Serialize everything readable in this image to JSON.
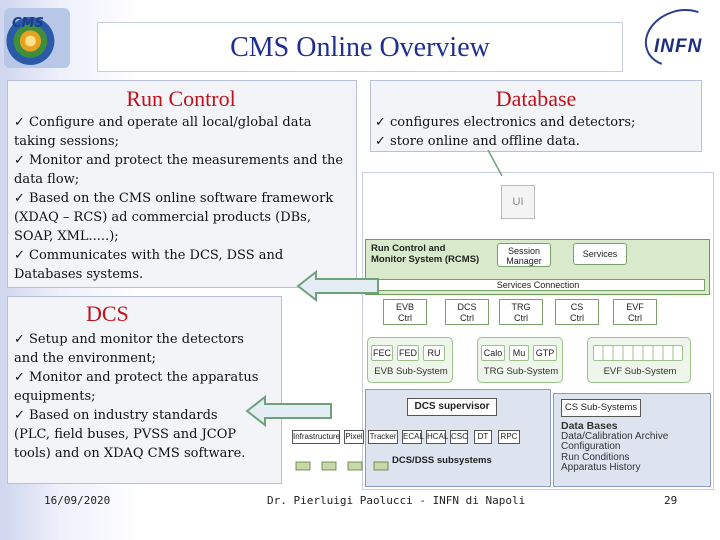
{
  "header": {
    "title": "CMS Online Overview",
    "left_logo_text": "CMS",
    "right_logo_text": "INFN"
  },
  "run_control": {
    "title": "Run Control",
    "lines": [
      "✓ Configure and operate all local/global data",
      "taking sessions;",
      "✓ Monitor and protect the measurements and the",
      "data flow;",
      "✓ Based on the CMS online software framework",
      "(XDAQ – RCS) ad commercial products (DBs,",
      "SOAP, XML.....);",
      "✓ Communicates with the DCS, DSS and",
      "Databases systems."
    ]
  },
  "database": {
    "title": "Database",
    "lines": [
      "✓ configures electronics and detectors;",
      "✓ store online and offline data."
    ]
  },
  "dcs": {
    "title": "DCS",
    "lines": [
      "✓ Setup and monitor the detectors",
      "and the environment;",
      "✓ Monitor and protect the apparatus",
      "equipments;",
      "✓ Based on industry standards",
      "(PLC, field buses, PVSS and JCOP",
      "tools) and on XDAQ CMS software."
    ]
  },
  "diagram": {
    "ui": "UI",
    "rcms_label_1": "Run Control and",
    "rcms_label_2": "Monitor System (RCMS)",
    "session_manager_1": "Session",
    "session_manager_2": "Manager",
    "services": "Services",
    "services_connection": "Services Connection",
    "controllers": [
      {
        "name": "EVB",
        "sub": "Ctrl"
      },
      {
        "name": "DCS",
        "sub": "Ctrl"
      },
      {
        "name": "TRG",
        "sub": "Ctrl"
      },
      {
        "name": "CS",
        "sub": "Ctrl"
      },
      {
        "name": "EVF",
        "sub": "Ctrl"
      }
    ],
    "evb_tags": [
      "FEC",
      "FED",
      "RU"
    ],
    "evb_label": "EVB Sub-System",
    "trg_tags": [
      "Calo",
      "Mu",
      "GTP"
    ],
    "trg_label": "TRG Sub-System",
    "evf_label": "EVF Sub-System",
    "dcs_supervisor": "DCS supervisor",
    "dss_tags": [
      "Infrastructure",
      "Pixel",
      "Tracker",
      "ECAL",
      "HCAL",
      "CSC",
      "DT",
      "RPC"
    ],
    "dss_label": "DCS/DSS subsystems",
    "cs_subsystems": "CS Sub-Systems",
    "db_lines": [
      "Data Bases",
      "Data/Calibration Archive",
      "Configuration",
      "Run Conditions",
      "Apparatus History"
    ]
  },
  "footer": {
    "date": "16/09/2020",
    "author": "Dr. Pierluigi Paolucci - INFN di Napoli",
    "page": "29"
  },
  "colors": {
    "title": "#1f2f8f",
    "panel_title": "#c0121d",
    "rcms_green": "#d8e9cc",
    "dcs_blue": "#dde4f0"
  }
}
